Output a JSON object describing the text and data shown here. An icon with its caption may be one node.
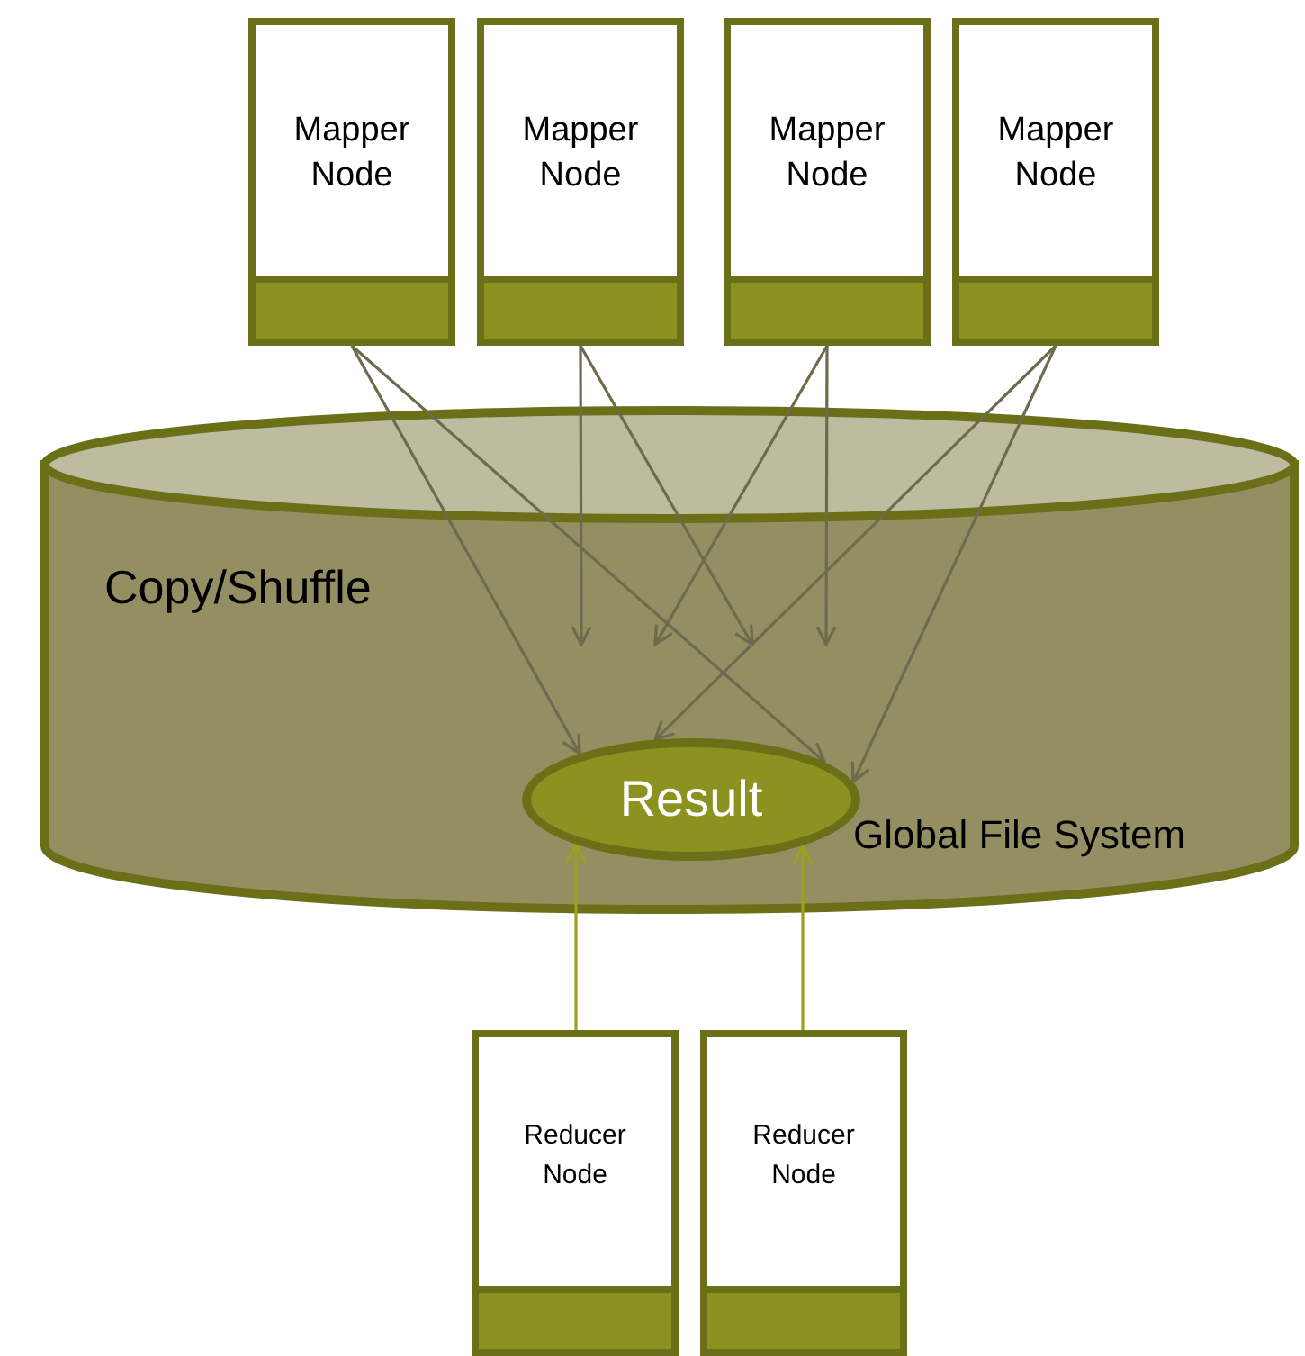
{
  "diagram": {
    "nodes": [
      {
        "text": [
          "Mapper Node"
        ]
      },
      {
        "text": [],
        "shape": "bar",
        "in": 0
      },
      {
        "text": [
          "Mapper Node"
        ]
      },
      {
        "text": [],
        "shape": "bar",
        "in": 2
      },
      {
        "text": [
          "Mapper Node"
        ]
      },
      {
        "text": [],
        "shape": "bar",
        "in": 4
      },
      {
        "text": [
          "Mapper Node"
        ]
      },
      {
        "text": [],
        "shape": "bar",
        "in": 6
      },
      {
        "text": [
          "Copy/Shuffle",
          "Global File System"
        ]
      },
      {
        "text": [
          "Result"
        ],
        "in": 8
      },
      {
        "text": [
          "Reducer Node"
        ]
      },
      {
        "text": [],
        "shape": "bar",
        "in": 10
      },
      {
        "text": [
          "Reducer Node"
        ]
      },
      {
        "text": [],
        "shape": "bar",
        "in": 12
      }
    ],
    "edges": [
      {
        "from": 1,
        "to": 9,
        "arrow": "to"
      },
      {
        "from": 1,
        "to": 9,
        "arrow": "to"
      },
      {
        "from": 3,
        "to": null,
        "arrow": "to"
      },
      {
        "from": 3,
        "to": null,
        "arrow": "to"
      },
      {
        "from": 5,
        "to": null,
        "arrow": "to"
      },
      {
        "from": 5,
        "to": null,
        "arrow": "to"
      },
      {
        "from": 7,
        "to": 9,
        "arrow": "to"
      },
      {
        "from": 7,
        "to": 9,
        "arrow": "to"
      },
      {
        "from": 10,
        "to": 9,
        "arrow": "to",
        "color": "#9aa01f"
      },
      {
        "from": 12,
        "to": 9,
        "arrow": "to",
        "color": "#9aa01f"
      }
    ]
  }
}
